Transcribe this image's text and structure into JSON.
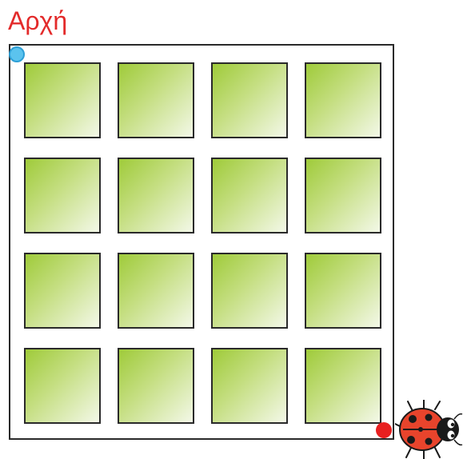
{
  "title": "Αρχή",
  "grid": {
    "rows": 4,
    "cols": 4
  },
  "colors": {
    "title": "#e32a2a",
    "tile_green": "#9fcb3a",
    "start_dot": "#5bc3ee",
    "end_dot": "#e82020",
    "ladybug": "#e8442c"
  },
  "icons": {
    "start": "start-dot-icon",
    "end": "end-dot-icon",
    "character": "ladybug-icon"
  }
}
